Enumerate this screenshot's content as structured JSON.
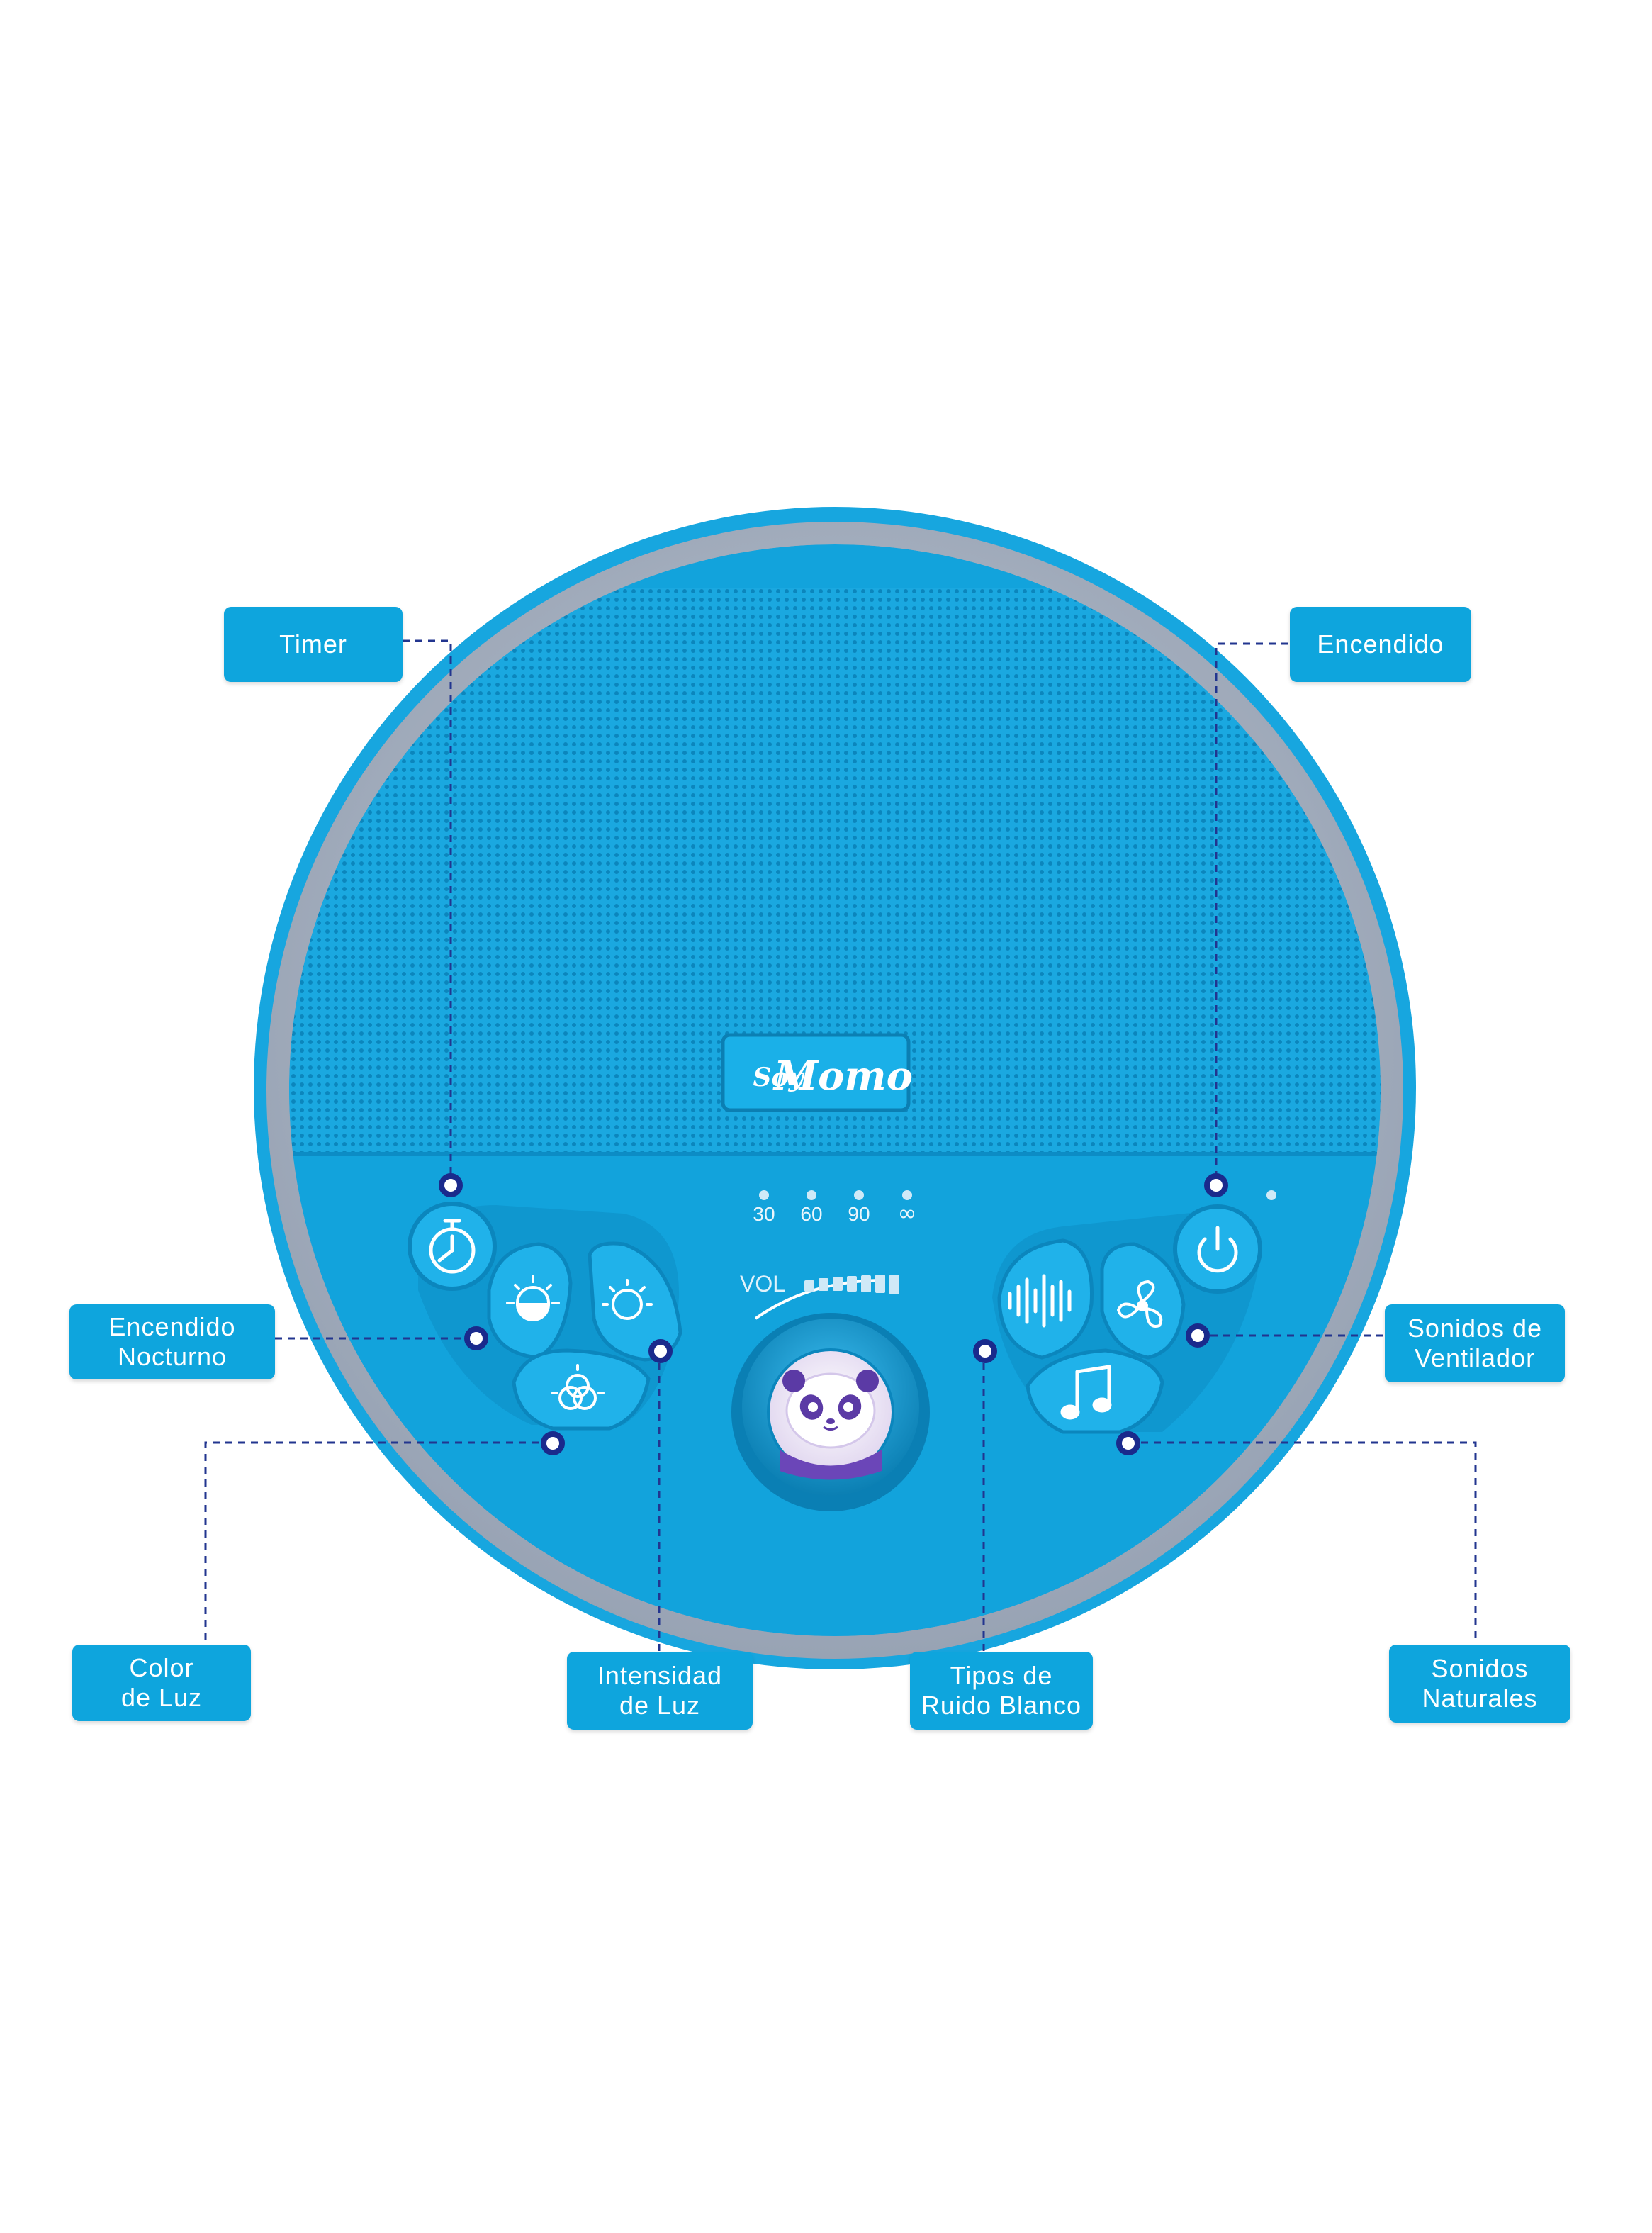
{
  "labels": {
    "timer": {
      "lines": [
        "Timer"
      ]
    },
    "encendido": {
      "lines": [
        "Encendido"
      ]
    },
    "encendido_nocturno": {
      "lines": [
        "Encendido",
        "Nocturno"
      ]
    },
    "sonidos_ventilador": {
      "lines": [
        "Sonidos de",
        "Ventilador"
      ]
    },
    "color_luz": {
      "lines": [
        "Color",
        "de Luz"
      ]
    },
    "intensidad_luz": {
      "lines": [
        "Intensidad",
        "de Luz"
      ]
    },
    "tipos_ruido": {
      "lines": [
        "Tipos de",
        "Ruido Blanco"
      ]
    },
    "sonidos_naturales": {
      "lines": [
        "Sonidos",
        "Naturales"
      ]
    }
  },
  "device": {
    "brand_prefix": "Soy",
    "brand_name": "Momo",
    "volume_label": "VOL",
    "timer_options": [
      "30",
      "60",
      "90",
      "∞"
    ]
  },
  "colors": {
    "label_bg": "#0ea5dd",
    "device_blue": "#12a3dc",
    "device_ring": "#a9b3c2",
    "marker_dark": "#1a2a8c",
    "leader_line": "#22358f"
  },
  "icons": {
    "timer_button": "stopwatch-icon",
    "night_light_button": "half-sun-icon",
    "light_intensity_button": "sun-icon",
    "light_color_button": "color-circles-icon",
    "white_noise_button": "sound-wave-icon",
    "fan_button": "fan-icon",
    "nature_button": "music-note-icon",
    "power_button": "power-icon",
    "knob_mascot": "panda-face-icon"
  }
}
